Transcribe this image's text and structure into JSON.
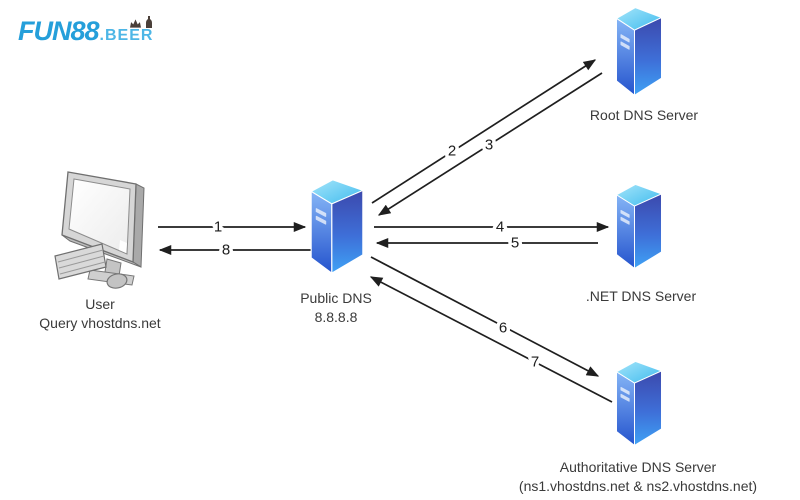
{
  "logo": {
    "brand": "FUN88",
    "suffix_dot": ".",
    "suffix": "BEER"
  },
  "nodes": {
    "user": {
      "title": "User",
      "subtitle": "Query vhostdns.net"
    },
    "public_dns": {
      "title": "Public DNS",
      "subtitle": "8.8.8.8"
    },
    "root_dns": {
      "title": "Root DNS Server"
    },
    "net_dns": {
      "title": ".NET DNS Server"
    },
    "auth_dns": {
      "title": "Authoritative DNS Server",
      "subtitle": "(ns1.vhostdns.net & ns2.vhostdns.net)"
    }
  },
  "arrows": [
    {
      "label": "1",
      "from": "user",
      "to": "public-dns"
    },
    {
      "label": "2",
      "from": "public-dns",
      "to": "root-dns"
    },
    {
      "label": "3",
      "from": "root-dns",
      "to": "public-dns"
    },
    {
      "label": "4",
      "from": "public-dns",
      "to": "net-dns"
    },
    {
      "label": "5",
      "from": "net-dns",
      "to": "public-dns"
    },
    {
      "label": "6",
      "from": "public-dns",
      "to": "authoritative-dns"
    },
    {
      "label": "7",
      "from": "authoritative-dns",
      "to": "public-dns"
    },
    {
      "label": "8",
      "from": "public-dns",
      "to": "user"
    }
  ],
  "colors": {
    "brand_primary": "#259fda",
    "brand_light": "#4db6e6",
    "server_top": "#63cbf3",
    "server_side_dark": "#2453cd",
    "server_face_bottom": "#3fa2f5",
    "arrow_line": "#1f1f1f",
    "label_text": "#3a3a3a"
  }
}
